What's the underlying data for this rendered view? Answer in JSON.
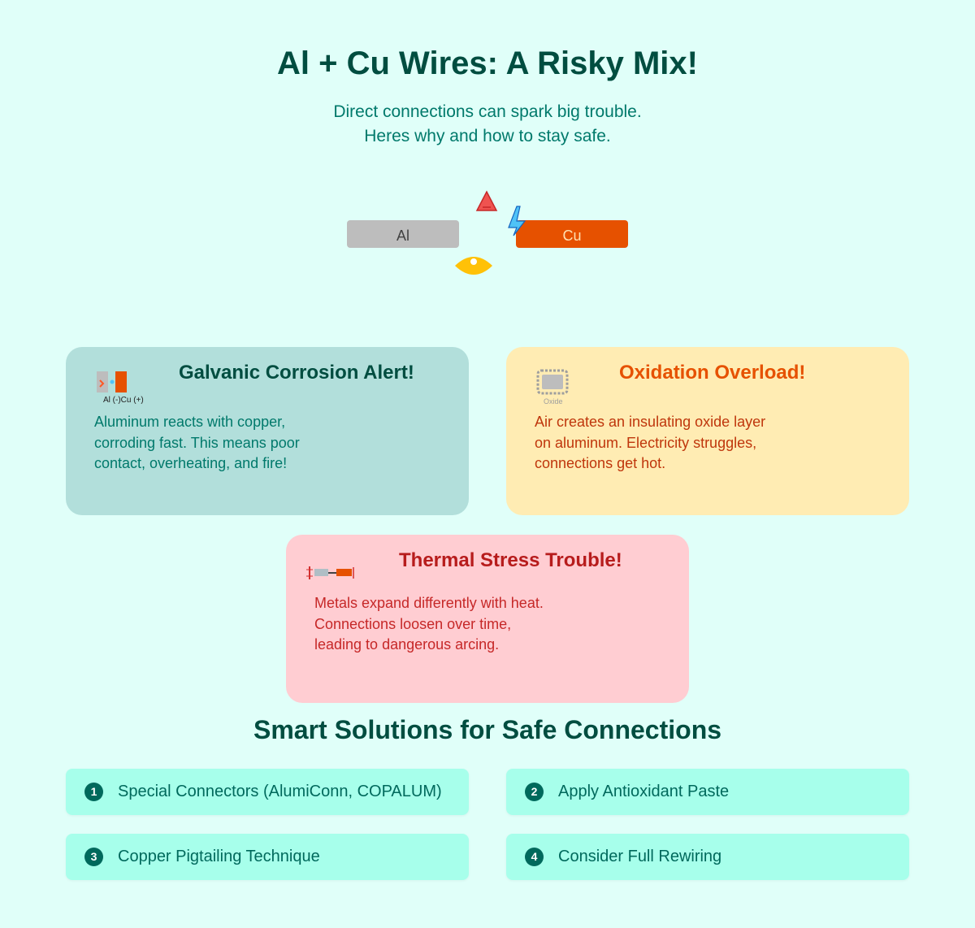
{
  "header": {
    "title": "Al + Cu Wires: A Risky Mix!",
    "subtitle_line1": "Direct connections can spark big trouble.",
    "subtitle_line2": "Heres why and how to stay safe."
  },
  "hero": {
    "al_label": "Al",
    "cu_label": "Cu",
    "icons": [
      "warning-triangle-icon",
      "lightning-icon",
      "eye-icon"
    ]
  },
  "cards": [
    {
      "title": "Galvanic Corrosion Alert!",
      "body": "Aluminum reacts with copper,\ncorroding fast. This means poor\ncontact, overheating, and fire!",
      "icon_caption": "Al (-)Cu (+)",
      "bg": "#b2dfdb",
      "title_color": "#004d40",
      "text_color": "#00796b"
    },
    {
      "title": "Oxidation Overload!",
      "body": "Air creates an insulating oxide layer\non aluminum. Electricity struggles,\nconnections get hot.",
      "icon_caption": "Oxide",
      "bg": "#ffecb3",
      "title_color": "#e65100",
      "text_color": "#bf360c"
    },
    {
      "title": "Thermal Stress Trouble!",
      "body": "Metals expand differently with heat.\nConnections loosen over time,\nleading to dangerous arcing.",
      "bg": "#ffcdd2",
      "title_color": "#b71c1c",
      "text_color": "#c62828"
    }
  ],
  "solutions": {
    "title": "Smart Solutions for Safe Connections",
    "items": [
      {
        "num": "1",
        "label": "Special Connectors (AlumiConn, COPALUM)"
      },
      {
        "num": "2",
        "label": "Apply Antioxidant Paste"
      },
      {
        "num": "3",
        "label": "Copper Pigtailing Technique"
      },
      {
        "num": "4",
        "label": "Consider Full Rewiring"
      }
    ]
  }
}
